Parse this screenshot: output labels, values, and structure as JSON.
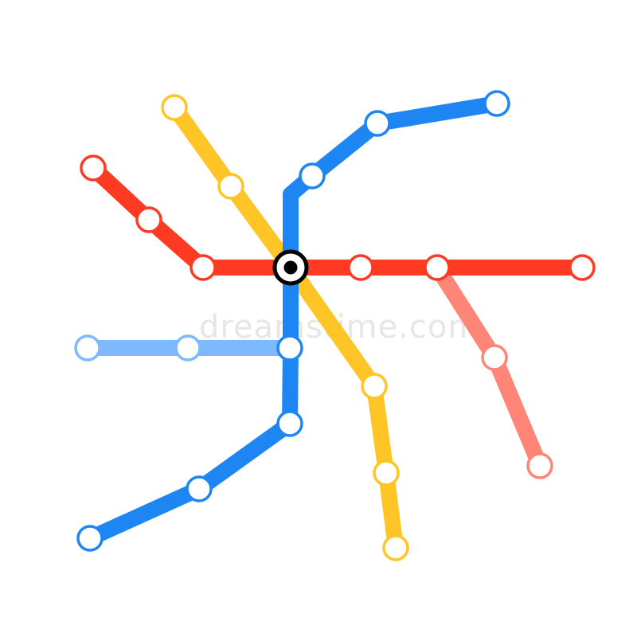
{
  "watermark": {
    "text": "dreamstime.com"
  },
  "lines": [
    {
      "id": "yellow",
      "color": "#FFC425",
      "stops": 6
    },
    {
      "id": "red",
      "color": "#FF3A22",
      "stops": 7
    },
    {
      "id": "blue",
      "color": "#1E86F2",
      "stops": 8
    },
    {
      "id": "light-blue",
      "color": "#7CB9FF",
      "stops": 3
    },
    {
      "id": "salmon",
      "color": "#FF8577",
      "stops": 3
    }
  ],
  "interchange": {
    "icon": "metro-hub-icon",
    "ring_color": "#000000"
  }
}
